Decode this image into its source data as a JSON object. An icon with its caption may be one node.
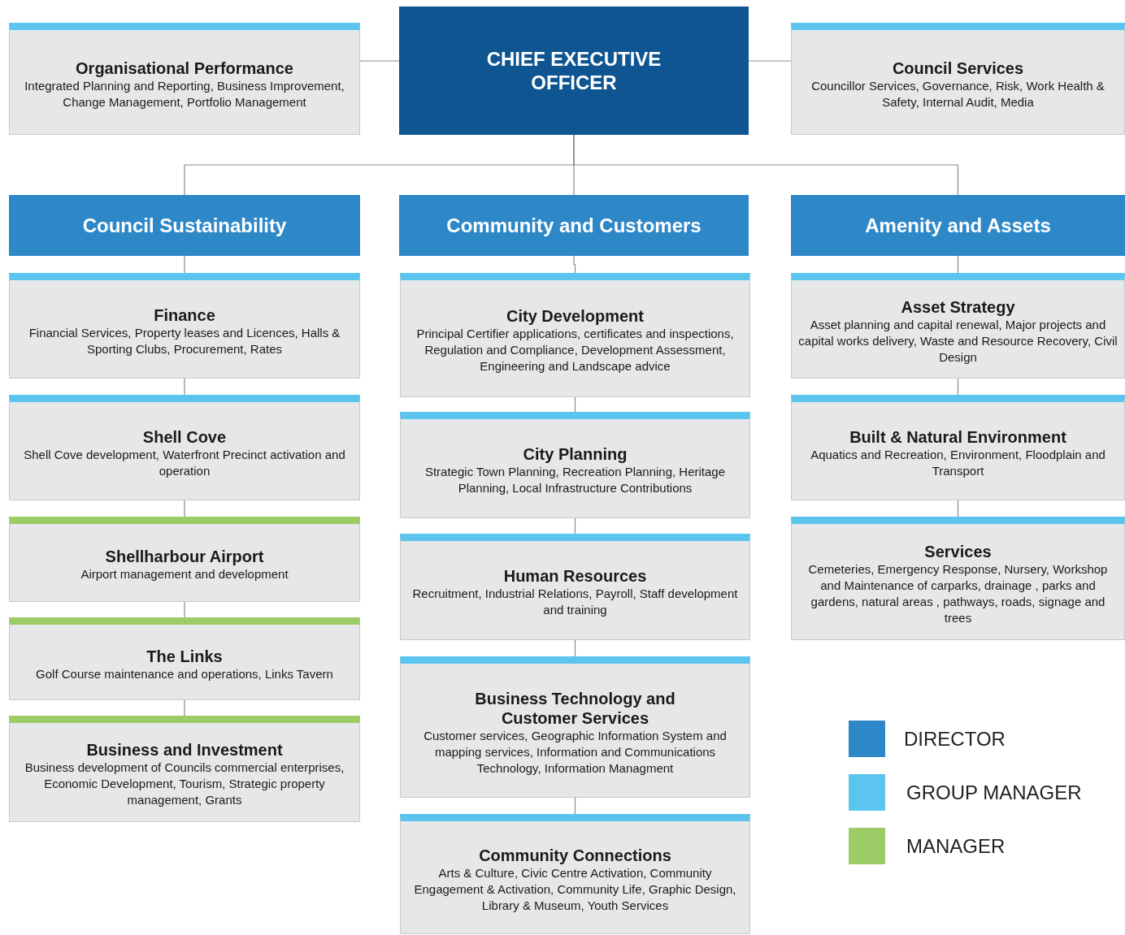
{
  "diagram": {
    "nodes": [
      {
        "text": [
          "CHIEF EXECUTIVE OFFICER"
        ]
      },
      {
        "text": [
          "Organisational Performance",
          "Integrated Planning and Reporting, Business Improvement, Change Management, Portfolio Management"
        ]
      },
      {
        "text": [
          "Council Services",
          "Councillor Services, Governance, Risk, Work Health & Safety, Internal Audit, Media"
        ]
      },
      {
        "text": [
          "Council Sustainability"
        ]
      },
      {
        "text": [
          "Community and Customers"
        ]
      },
      {
        "text": [
          "Amenity and Assets"
        ]
      },
      {
        "text": [
          "Finance",
          "Financial Services, Property leases and Licences, Halls & Sporting Clubs, Procurement, Rates"
        ]
      },
      {
        "text": [
          "Shell Cove",
          "Shell Cove development, Waterfront Precinct activation and operation"
        ]
      },
      {
        "text": [
          "Shellharbour Airport",
          "Airport management and development"
        ]
      },
      {
        "text": [
          "The Links",
          "Golf Course maintenance and operations, Links Tavern"
        ]
      },
      {
        "text": [
          "Business and Investment",
          "Business development of Councils commercial enterprises, Economic Development, Tourism, Strategic property management, Grants"
        ]
      },
      {
        "text": [
          "City Development",
          "Principal Certifier applications, certificates and inspections, Regulation and Compliance, Development Assessment, Engineering and Landscape advice"
        ]
      },
      {
        "text": [
          "City Planning",
          "Strategic Town Planning, Recreation Planning, Heritage Planning, Local Infrastructure Contributions"
        ]
      },
      {
        "text": [
          "Human Resources",
          "Recruitment, Industrial Relations, Payroll, Staff development and training"
        ]
      },
      {
        "text": [
          "Business Technology and Customer Services",
          "Customer services, Geographic Information System and mapping services, Information and Communications Technology, Information Managment"
        ]
      },
      {
        "text": [
          "Community Connections",
          "Arts & Culture, Civic Centre Activation, Community Engagement & Activation, Community Life, Graphic Design, Library & Museum, Youth Services"
        ]
      },
      {
        "text": [
          "Asset Strategy",
          "Asset planning and capital renewal, Major projects and capital works delivery, Waste and Resource Recovery, Civil Design"
        ]
      },
      {
        "text": [
          "Built & Natural Environment",
          "Aquatics and Recreation, Environment, Floodplain and Transport"
        ]
      },
      {
        "text": [
          "Services",
          "Cemeteries, Emergency Response, Nursery, Workshop and Maintenance of carparks, drainage , parks and gardens, natural areas , pathways, roads, signage and trees"
        ]
      }
    ],
    "edges": [
      {
        "from": 0,
        "to": 1,
        "arrow": "none"
      },
      {
        "from": 0,
        "to": 2,
        "arrow": "none"
      },
      {
        "from": 0,
        "to": 3,
        "arrow": "none"
      },
      {
        "from": 0,
        "to": 4,
        "arrow": "none"
      },
      {
        "from": 0,
        "to": 5,
        "arrow": "none"
      },
      {
        "from": 3,
        "to": 6,
        "arrow": "none"
      },
      {
        "from": 6,
        "to": 7,
        "arrow": "none"
      },
      {
        "from": 7,
        "to": 8,
        "arrow": "none"
      },
      {
        "from": 8,
        "to": 9,
        "arrow": "none"
      },
      {
        "from": 9,
        "to": 10,
        "arrow": "none"
      },
      {
        "from": 4,
        "to": 11,
        "arrow": "none"
      },
      {
        "from": 11,
        "to": 12,
        "arrow": "none"
      },
      {
        "from": 12,
        "to": 13,
        "arrow": "none"
      },
      {
        "from": 13,
        "to": 14,
        "arrow": "none"
      },
      {
        "from": 14,
        "to": 15,
        "arrow": "none"
      },
      {
        "from": 5,
        "to": 16,
        "arrow": "none"
      },
      {
        "from": 16,
        "to": 17,
        "arrow": "none"
      },
      {
        "from": 17,
        "to": 18,
        "arrow": "none"
      }
    ],
    "legend": [
      {
        "text": "DIRECTOR",
        "color": "#2e88c8"
      },
      {
        "text": "GROUP MANAGER",
        "color": "#5bc5f0"
      },
      {
        "text": "MANAGER",
        "color": "#9ccc65"
      }
    ]
  }
}
